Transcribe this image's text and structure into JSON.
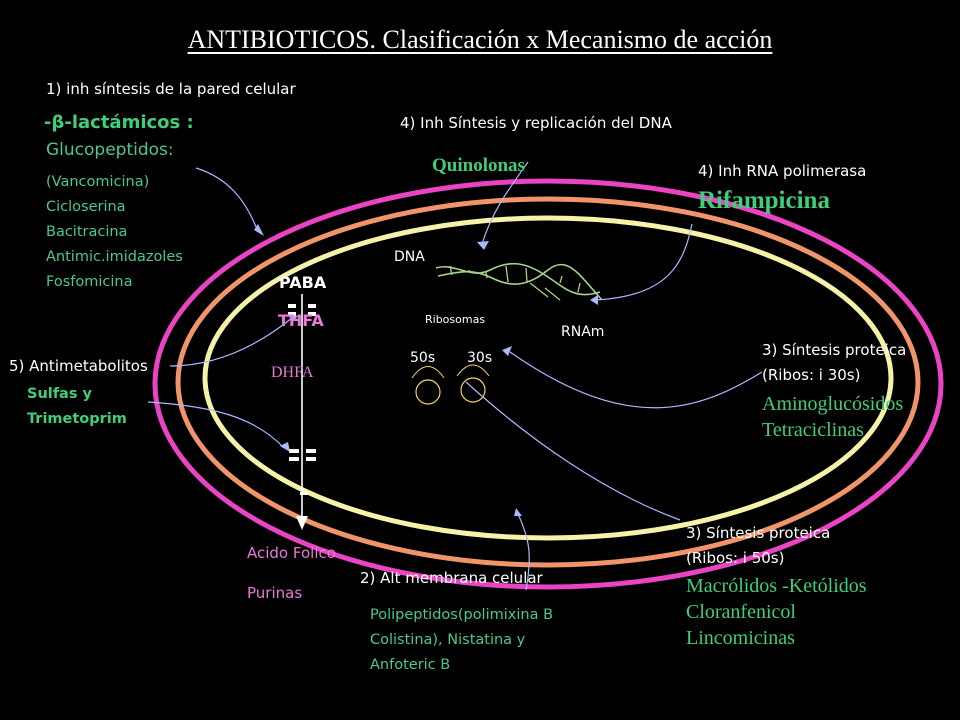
{
  "title": "ANTIBIOTICOS. Clasificación x Mecanismo de acción",
  "cell_wall": {
    "heading": "1) inh síntesis de la pared celular",
    "beta_lactam": "-β-lactámicos :",
    "glycopeptides": "Glucopeptidos:",
    "items": [
      "(Vancomicina)",
      "Cicloserina",
      "Bacitracina",
      "Antimic.imidazoles",
      "Fosfomicina"
    ]
  },
  "dna": {
    "heading": "4) Inh Síntesis y replicación del DNA",
    "drug": "Quinolonas"
  },
  "rna_pol": {
    "heading": "4) Inh RNA polimerasa",
    "drug": "Rifampicina"
  },
  "cell_labels": {
    "dna": "DNA",
    "ribosomes": "Ribosomas",
    "rnam": "RNAm",
    "r50": "50s",
    "r30": "30s",
    "paba": "PABA",
    "thfa": "THFA",
    "dhfa": "DHFA"
  },
  "antimetabolites": {
    "heading": "5) Antimetabolitos",
    "drugs": [
      "Sulfas y",
      "Trimetoprim"
    ]
  },
  "protein_30s": {
    "heading": "3) Síntesis proteica",
    "sub": "(Ribos: i 30s)",
    "drugs": [
      "Aminoglucósidos",
      "Tetraciclinas"
    ]
  },
  "protein_50s": {
    "heading": "3) Síntesis proteica",
    "sub": "(Ribos: i 50s)",
    "drugs": [
      "Macrólidos -Ketólidos",
      "Cloranfenicol",
      "Lincomicinas"
    ]
  },
  "products": [
    "Acido Folico",
    "Purinas"
  ],
  "membrane": {
    "heading": "2) Alt membrana celular",
    "drugs": [
      "Polipeptidos(polimixina B",
      "Colistina), Nistatina y",
      "Anfoteric B"
    ]
  },
  "colors": {
    "outer_wall": "#ea44c4",
    "middle_wall": "#f0946a",
    "inner_membrane": "#f6f2a8",
    "drug_green": "#3fcf7a",
    "pink_text": "#e879d8",
    "dna_strand": "#a8d48a"
  }
}
